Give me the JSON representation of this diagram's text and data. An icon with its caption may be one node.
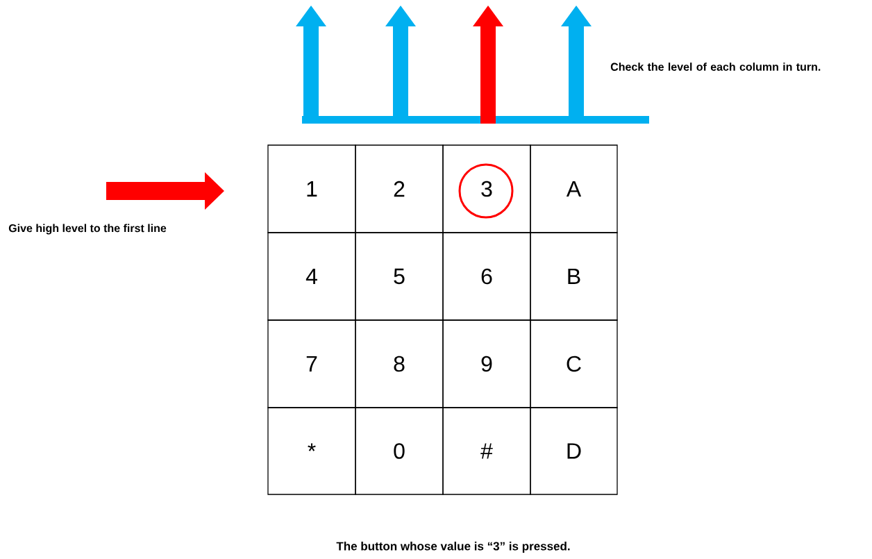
{
  "diagram": {
    "caption": "The button whose value is “3” is pressed.",
    "nodes": [
      {
        "text": [
          "1"
        ]
      },
      {
        "text": [
          "2"
        ]
      },
      {
        "text": [
          "3"
        ]
      },
      {
        "text": [
          "A"
        ]
      },
      {
        "text": [
          "4"
        ]
      },
      {
        "text": [
          "5"
        ]
      },
      {
        "text": [
          "6"
        ]
      },
      {
        "text": [
          "B"
        ]
      },
      {
        "text": [
          "7"
        ]
      },
      {
        "text": [
          "8"
        ]
      },
      {
        "text": [
          "9"
        ]
      },
      {
        "text": [
          "C"
        ]
      },
      {
        "text": [
          "*"
        ]
      },
      {
        "text": [
          "0"
        ]
      },
      {
        "text": [
          "#"
        ]
      },
      {
        "text": [
          "D"
        ]
      }
    ],
    "labels": [
      "Check the level of each column in turn.",
      "Give high level to the first line"
    ]
  }
}
